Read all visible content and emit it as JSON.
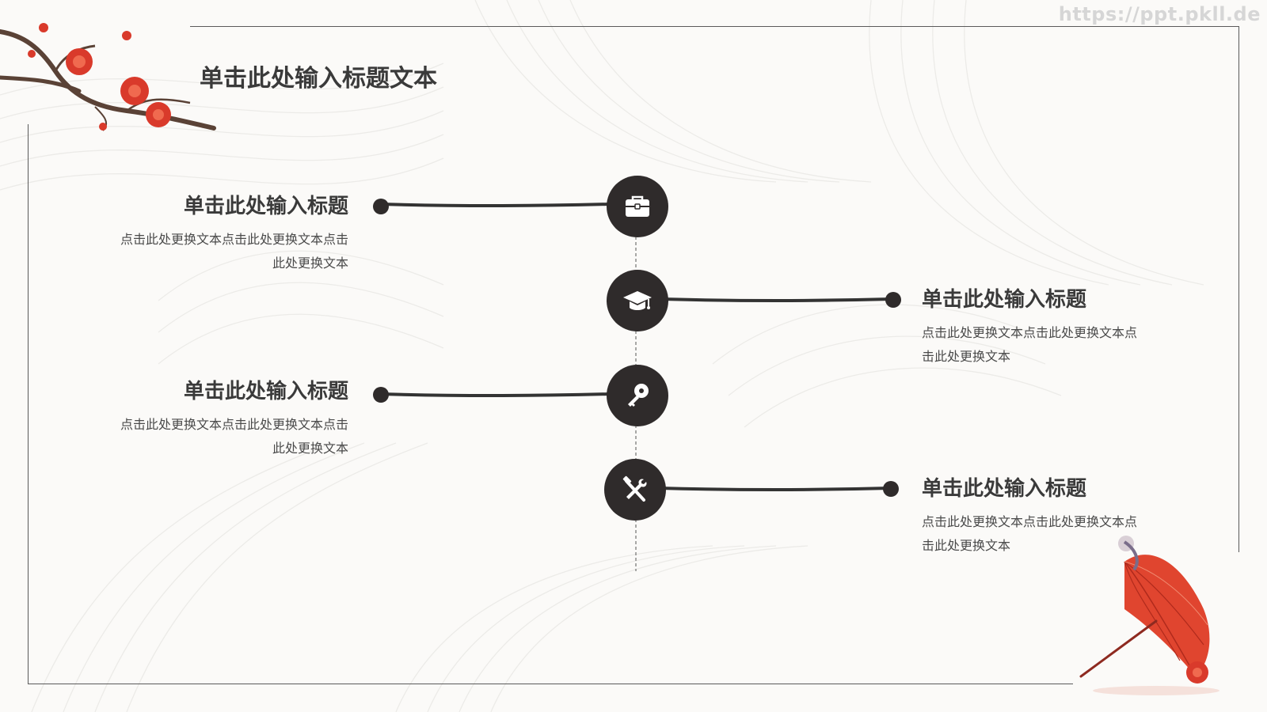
{
  "watermark": "https://ppt.pkll.de",
  "title": "单击此处输入标题文本",
  "items": [
    {
      "title": "单击此处输入标题",
      "text_line1": "点击此处更换文本点击此处更换文本点击",
      "text_line2": "此处更换文本",
      "icon": "briefcase-icon"
    },
    {
      "title": "单击此处输入标题",
      "text_line1": "点击此处更换文本点击此处更换文本点",
      "text_line2": "击此处更换文本",
      "icon": "graduation-cap-icon"
    },
    {
      "title": "单击此处输入标题",
      "text_line1": "点击此处更换文本点击此处更换文本点击",
      "text_line2": "此处更换文本",
      "icon": "key-icon"
    },
    {
      "title": "单击此处输入标题",
      "text_line1": "点击此处更换文本点击此处更换文本点",
      "text_line2": "击此处更换文本",
      "icon": "tools-icon"
    }
  ],
  "colors": {
    "background": "#fbfaf8",
    "circle": "#2f2b2b",
    "accent_red": "#d93a2b",
    "text_dark": "#3a3a3a"
  }
}
